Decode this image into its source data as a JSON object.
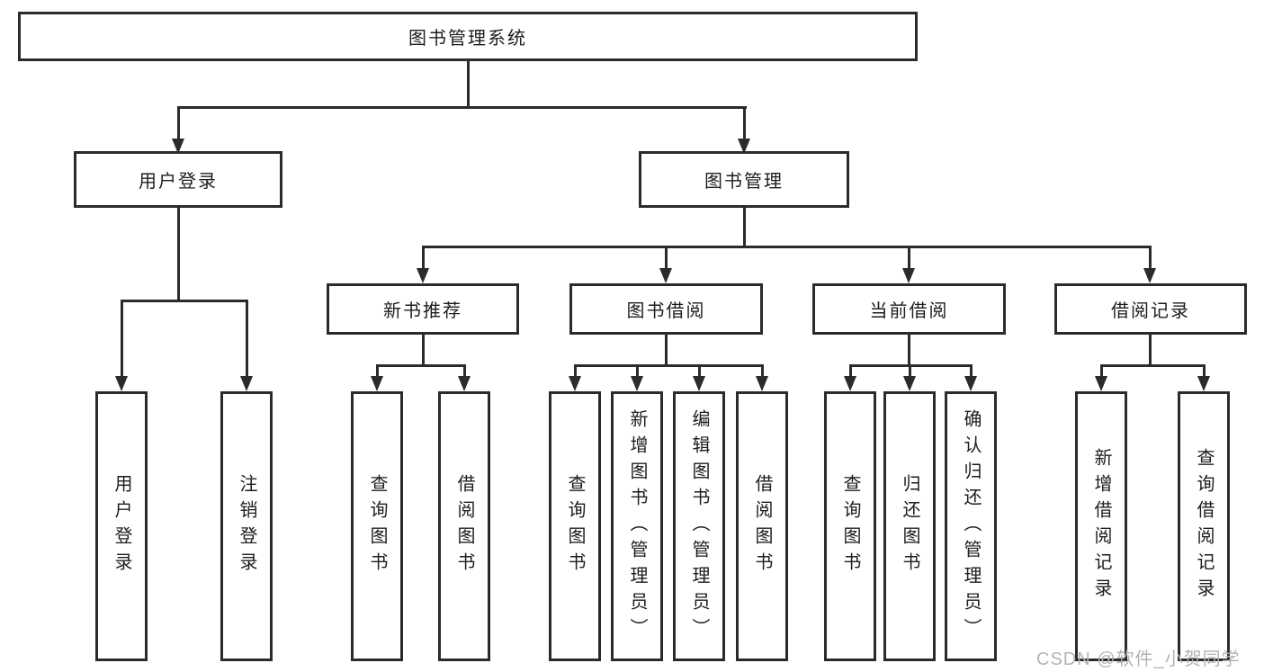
{
  "diagram": {
    "root": {
      "label": "图书管理系统"
    },
    "level2": [
      {
        "label": "用户登录"
      },
      {
        "label": "图书管理"
      }
    ],
    "level3": [
      {
        "label": "新书推荐"
      },
      {
        "label": "图书借阅"
      },
      {
        "label": "当前借阅"
      },
      {
        "label": "借阅记录"
      }
    ],
    "leaves": {
      "user_login": [
        {
          "label": "用户登录"
        },
        {
          "label": "注销登录"
        }
      ],
      "new_books": [
        {
          "label": "查询图书"
        },
        {
          "label": "借阅图书"
        }
      ],
      "borrow": [
        {
          "label": "查询图书"
        },
        {
          "label": "新增图书（管理员）"
        },
        {
          "label": "编辑图书（管理员）"
        },
        {
          "label": "借阅图书"
        }
      ],
      "current": [
        {
          "label": "查询图书"
        },
        {
          "label": "归还图书"
        },
        {
          "label": "确认归还（管理员）"
        }
      ],
      "records": [
        {
          "label": "新增借阅记录"
        },
        {
          "label": "查询借阅记录"
        }
      ]
    }
  },
  "watermark": {
    "text": "CSDN @软件_小贺同学",
    "color": "#b3b3b3"
  },
  "colors": {
    "line": "#2b2b2b",
    "box_border": "#2b2b2b",
    "text": "#1d1d1d",
    "background": "#ffffff"
  }
}
